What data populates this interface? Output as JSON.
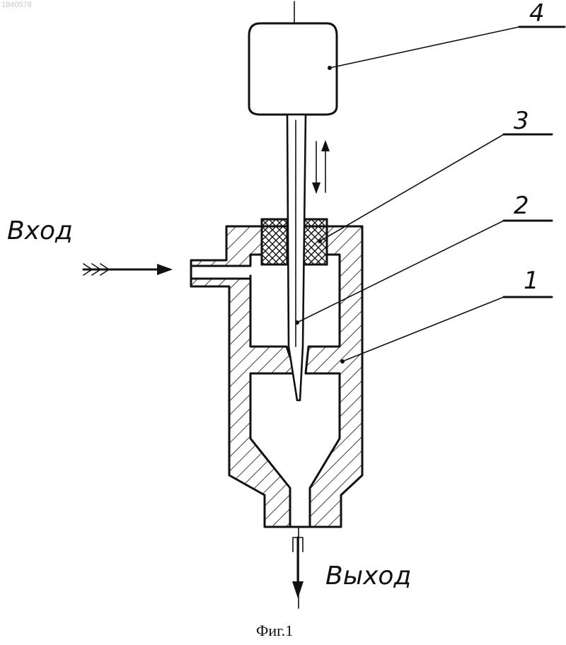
{
  "doc_id": "1840578",
  "labels": {
    "inlet": "Вход",
    "outlet": "Выход",
    "part_1": "1",
    "part_2": "2",
    "part_3": "3",
    "part_4": "4"
  },
  "caption": "Фиг.1"
}
